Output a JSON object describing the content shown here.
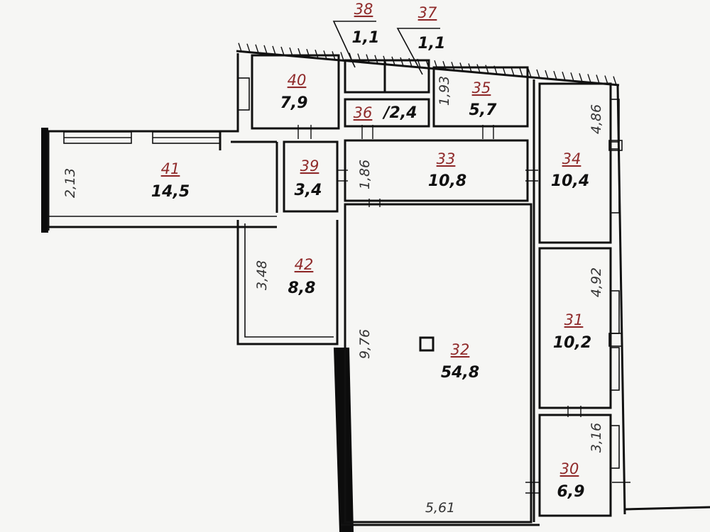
{
  "plan": {
    "rooms": [
      {
        "id": "38",
        "area": "1,1"
      },
      {
        "id": "37",
        "area": "1,1"
      },
      {
        "id": "40",
        "area": "7,9"
      },
      {
        "id": "35",
        "area": "5,7"
      },
      {
        "id": "36",
        "area": "/2,4"
      },
      {
        "id": "41",
        "area": "14,5"
      },
      {
        "id": "39",
        "area": "3,4"
      },
      {
        "id": "33",
        "area": "10,8"
      },
      {
        "id": "34",
        "area": "10,4"
      },
      {
        "id": "42",
        "area": "8,8"
      },
      {
        "id": "31",
        "area": "10,2"
      },
      {
        "id": "32",
        "area": "54,8"
      },
      {
        "id": "30",
        "area": "6,9"
      }
    ],
    "dimensions": {
      "d_1_93": "1,93",
      "d_4_86": "4,86",
      "d_2_13": "2,13",
      "d_1_86": "1,86",
      "d_3_48": "3,48",
      "d_4_92": "4,92",
      "d_9_76": "9,76",
      "d_3_16": "3,16",
      "d_5_61": "5,61"
    }
  }
}
